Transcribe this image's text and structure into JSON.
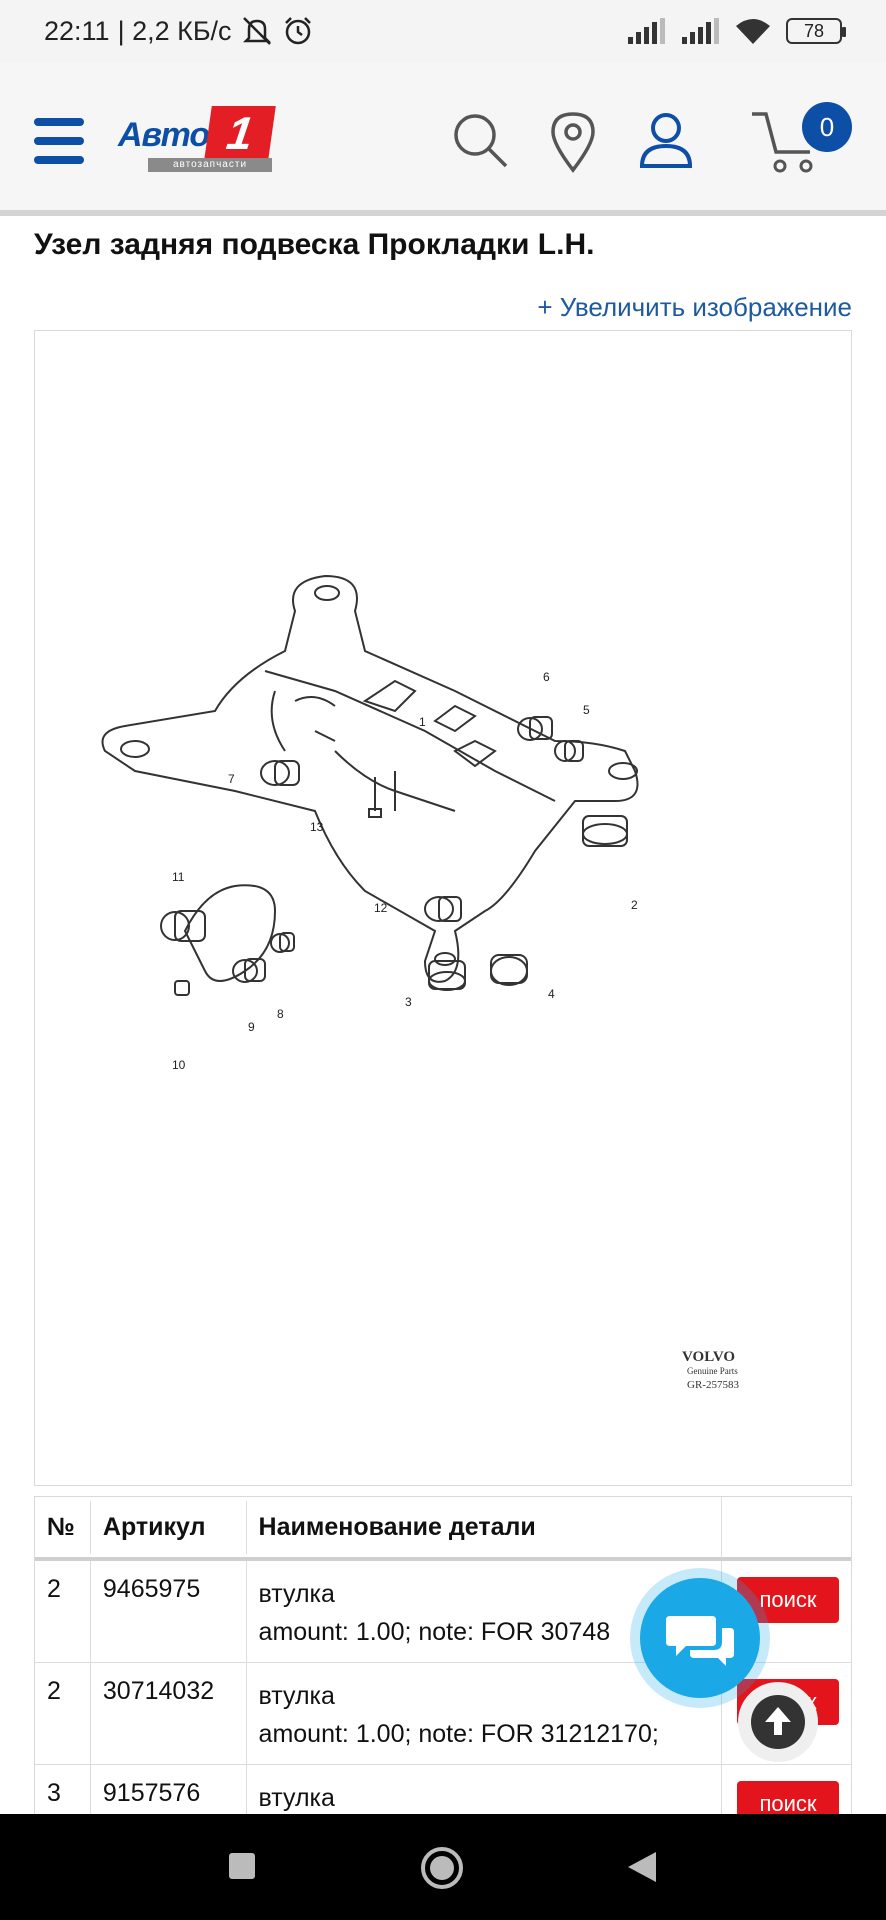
{
  "status_bar": {
    "time": "22:11",
    "speed": "| 2,2 КБ/с",
    "battery": "78"
  },
  "header": {
    "logo_word": "Авто",
    "logo_number": "1",
    "logo_sub": "автозапчасти",
    "cart_count": "0"
  },
  "page": {
    "title": "Узел задняя подвеска Прокладки L.H.",
    "zoom_link": "+ Увеличить изображение"
  },
  "diagram": {
    "brand": "VOLVO",
    "brand_sub": "Genuine Parts",
    "code": "GR-257583",
    "callouts": [
      "1",
      "2",
      "3",
      "4",
      "5",
      "6",
      "7",
      "8",
      "9",
      "10",
      "11",
      "12",
      "13"
    ]
  },
  "table": {
    "headers": [
      "№",
      "Артикул",
      "Наименование детали",
      ""
    ],
    "rows": [
      {
        "num": "2",
        "article": "9465975",
        "name": "втулка",
        "note": "amount: 1.00; note: FOR 30748",
        "button": "поиск"
      },
      {
        "num": "2",
        "article": "30714032",
        "name": "втулка",
        "note": "amount: 1.00; note: FOR 31212170;",
        "button": "поиск"
      },
      {
        "num": "3",
        "article": "9157576",
        "name": "втулка",
        "note": "",
        "button": "поиск"
      }
    ]
  },
  "colors": {
    "brand_blue": "#0d4ea6",
    "brand_red": "#e31e24",
    "chat_blue": "#1aa8e6",
    "link_blue": "#1d5aa0"
  }
}
